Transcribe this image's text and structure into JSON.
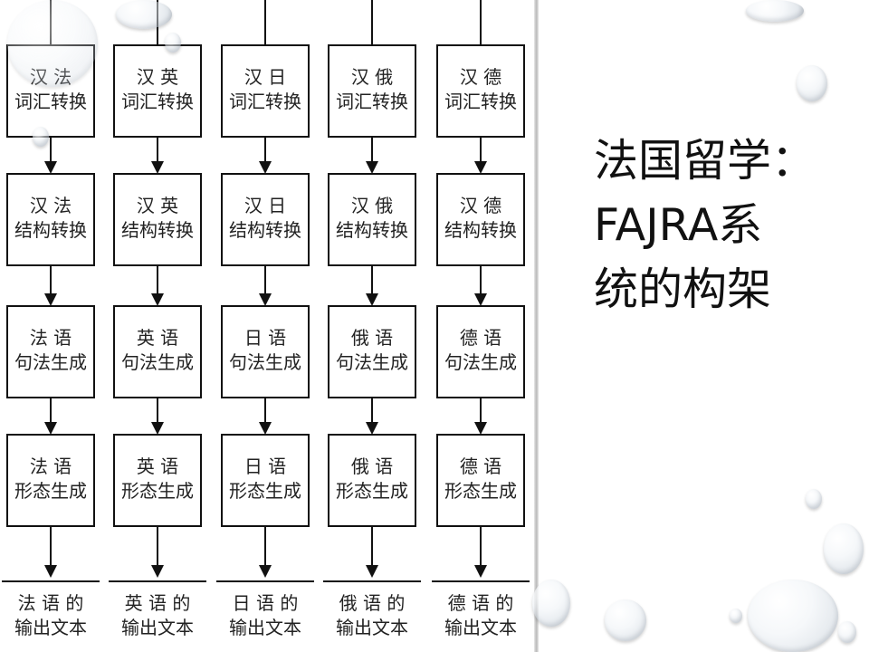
{
  "slide": {
    "title_lines": [
      "法国留学：",
      "FAJRA系",
      "统的构架"
    ]
  },
  "diagram": {
    "columns": [
      {
        "key": "fr",
        "stages": [
          "汉  法\n词汇转换",
          "汉  法\n结构转换",
          "法  语\n句法生成",
          "法  语\n形态生成"
        ],
        "output": "法 语 的\n输出文本"
      },
      {
        "key": "en",
        "stages": [
          "汉  英\n词汇转换",
          "汉  英\n结构转换",
          "英  语\n句法生成",
          "英  语\n形态生成"
        ],
        "output": "英 语 的\n输出文本"
      },
      {
        "key": "ja",
        "stages": [
          "汉  日\n词汇转换",
          "汉  日\n结构转换",
          "日  语\n句法生成",
          "日  语\n形态生成"
        ],
        "output": "日 语 的\n输出文本"
      },
      {
        "key": "ru",
        "stages": [
          "汉  俄\n词汇转换",
          "汉  俄\n结构转换",
          "俄  语\n句法生成",
          "俄  语\n形态生成"
        ],
        "output": "俄 语 的\n输出文本"
      },
      {
        "key": "de",
        "stages": [
          "汉  德\n词汇转换",
          "汉  德\n结构转换",
          "德  语\n句法生成",
          "德  语\n形态生成"
        ],
        "output": "德 语 的\n输出文本"
      }
    ]
  },
  "colors": {
    "line": "#111111",
    "text": "#222222",
    "background": "#ffffff"
  }
}
